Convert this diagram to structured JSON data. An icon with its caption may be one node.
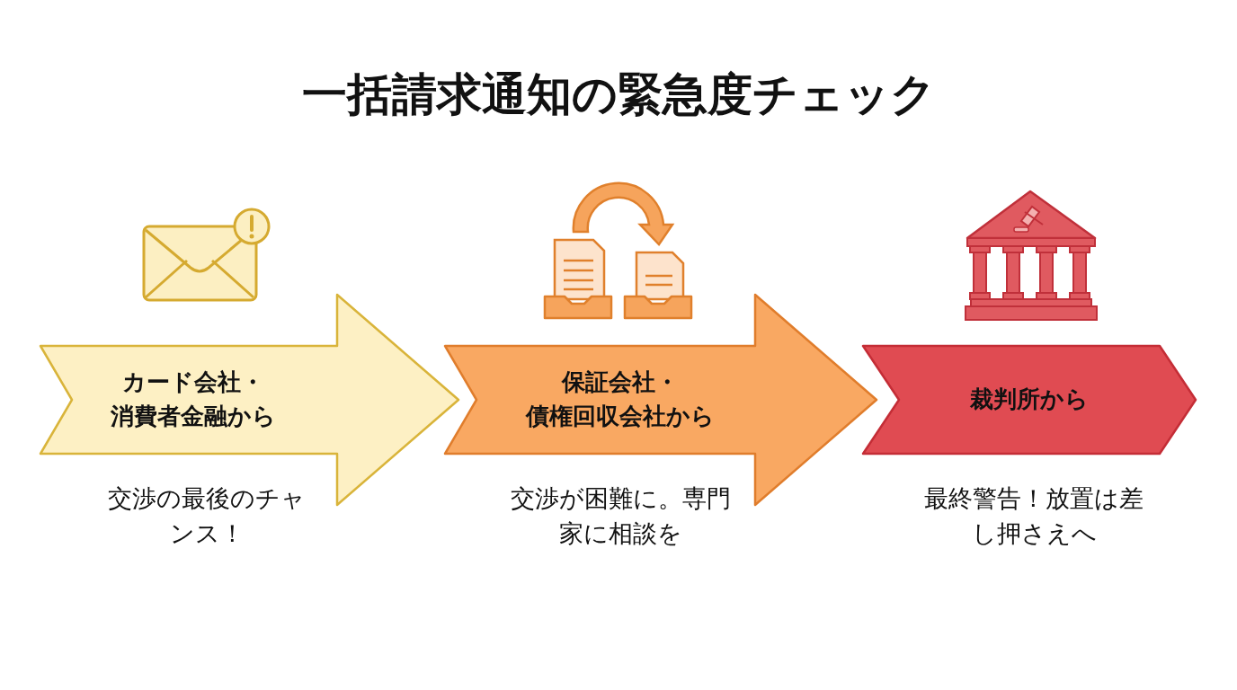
{
  "diagram": {
    "title": "一括請求通知の緊急度チェック",
    "nodes": [
      {
        "text": [
          "カード会社・消費者金融から"
        ],
        "beside": [
          "交渉の最後のチャンス！"
        ]
      },
      {
        "text": [
          "保証会社・債権回収会社から"
        ],
        "beside": [
          "交渉が困難に。専門家に相談を"
        ]
      },
      {
        "text": [
          "裁判所から"
        ],
        "beside": [
          "最終警告！放置は差し押さえへ"
        ]
      }
    ]
  }
}
